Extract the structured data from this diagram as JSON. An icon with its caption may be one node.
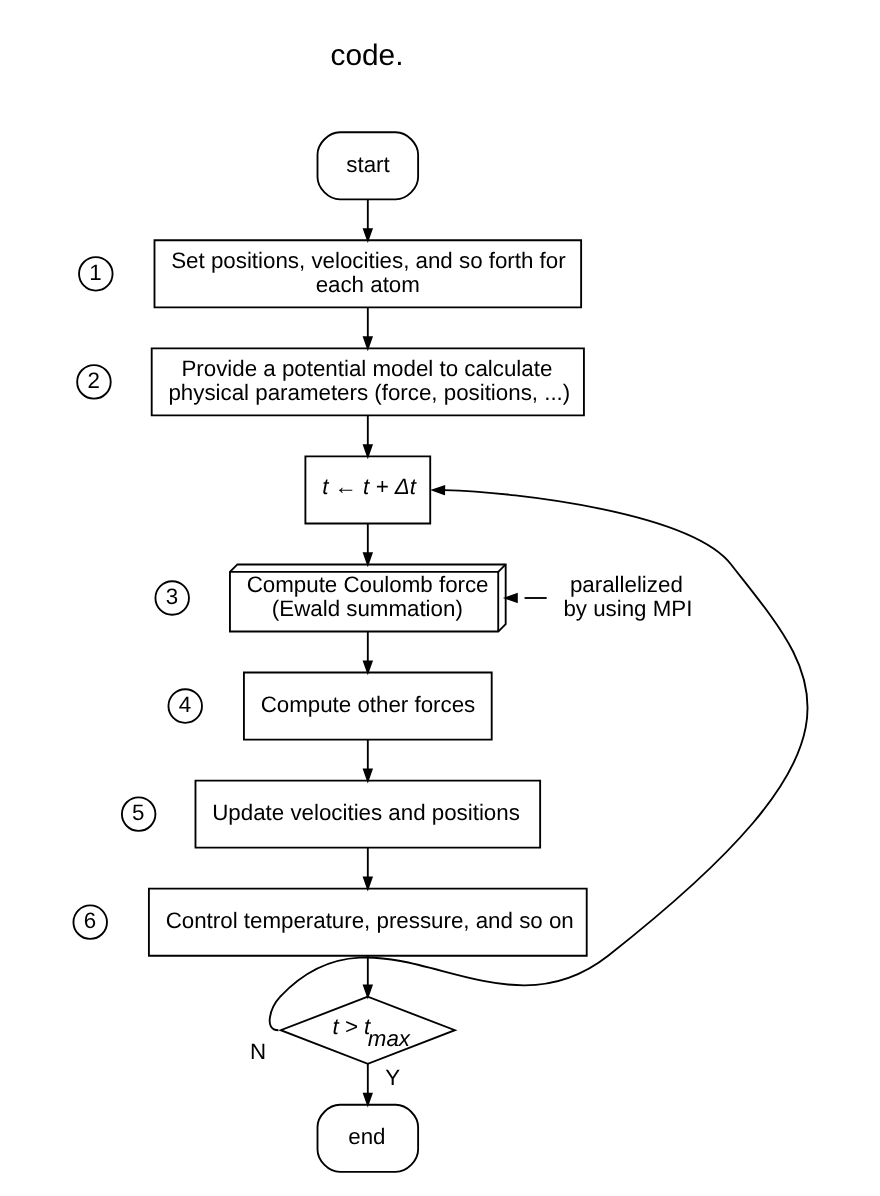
{
  "diagram": {
    "nodes": [
      {
        "text": [
          "start"
        ]
      },
      {
        "text": [
          "Set positions, velocities, and so forth for each atom"
        ],
        "beside": [
          "1"
        ]
      },
      {
        "text": [
          "Provide a potential model to calculate physical parameters (force, positions, ...)"
        ],
        "beside": [
          "2"
        ]
      },
      {
        "text": [
          "t ← t + Δt"
        ]
      },
      {
        "text": [
          "Compute Coulomb force (Ewald summation)"
        ],
        "beside": [
          "3"
        ]
      },
      {
        "text": [
          "Compute other forces"
        ],
        "beside": [
          "4"
        ]
      },
      {
        "text": [
          "Update velocities and positions"
        ],
        "beside": [
          "5"
        ]
      },
      {
        "text": [
          "Control temperature, pressure, and so on"
        ],
        "beside": [
          "6"
        ]
      },
      {
        "text": [
          "t > t$_{max}$"
        ]
      },
      {
        "text": [
          "end"
        ]
      },
      {
        "text": [
          "parallelized by using MPI"
        ]
      }
    ],
    "edges": [
      {
        "from": 0,
        "to": 1,
        "arrow": "to"
      },
      {
        "from": 1,
        "to": 2,
        "arrow": "to"
      },
      {
        "from": 2,
        "to": 3,
        "arrow": "to"
      },
      {
        "from": 3,
        "to": 4,
        "arrow": "to"
      },
      {
        "from": 4,
        "to": 5,
        "arrow": "to"
      },
      {
        "from": 5,
        "to": 6,
        "arrow": "to"
      },
      {
        "from": 6,
        "to": 7,
        "arrow": "to"
      },
      {
        "from": 7,
        "to": 8,
        "arrow": "to"
      },
      {
        "from": 8,
        "to": 3,
        "arrow": "to",
        "label": "N"
      },
      {
        "from": 8,
        "to": 9,
        "arrow": "to",
        "label": "Y"
      },
      {
        "from": 10,
        "to": 4,
        "arrow": "none"
      }
    ],
    "labels": [
      "code."
    ]
  }
}
